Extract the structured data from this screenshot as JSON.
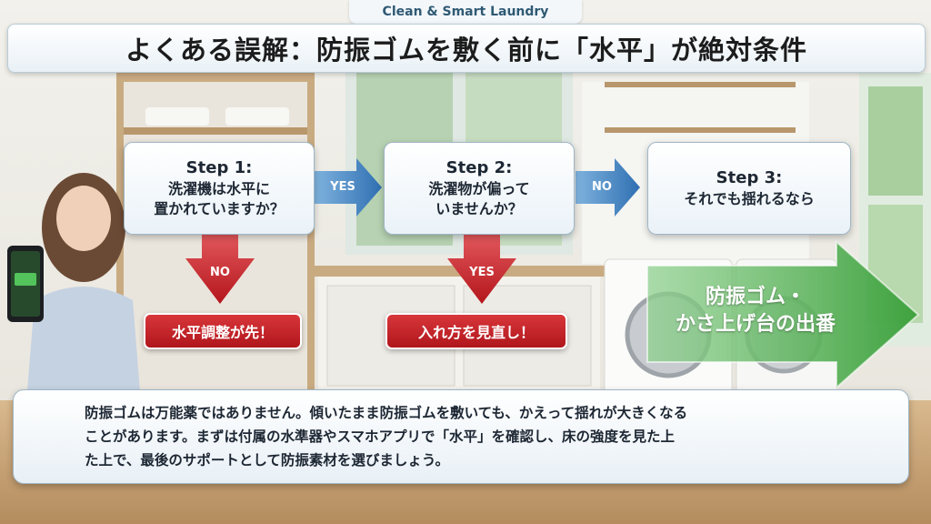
{
  "brand": "Clean & Smart Laundry",
  "title": "よくある誤解：防振ゴムを敷く前に「水平」が絶対条件",
  "steps": [
    {
      "heading": "Step 1:",
      "line1": "洗濯機は水平に",
      "line2": "置かれていますか？"
    },
    {
      "heading": "Step 2:",
      "line1": "洗濯物が偏って",
      "line2": "いませんか？"
    },
    {
      "heading": "Step 3:",
      "line1": "それでも揺れるなら",
      "line2": ""
    }
  ],
  "arrows": {
    "step1_to_step2": "YES",
    "step2_to_step3": "NO",
    "step1_down": "NO",
    "step2_down": "YES"
  },
  "results": {
    "step1": "水平調整が先！",
    "step2": "入れ方を見直し！"
  },
  "final": {
    "line1": "防振ゴム・",
    "line2": "かさ上げ台の出番"
  },
  "note": {
    "line1": "防振ゴムは万能薬ではありません。傾いたまま防振ゴムを敷いても、かえって揺れが大きくなる",
    "line2": "ことがあります。まずは付属の水準器やスマホアプリで「水平」を確認し、床の強度を見た上",
    "line3": "た上で、最後のサポートとして防振素材を選びましょう。"
  },
  "colors": {
    "blue_arrow": "#3d7fc0",
    "red_arrow": "#c8232a",
    "green_arrow": "#4caa4c",
    "result_red": "#c01f25"
  }
}
